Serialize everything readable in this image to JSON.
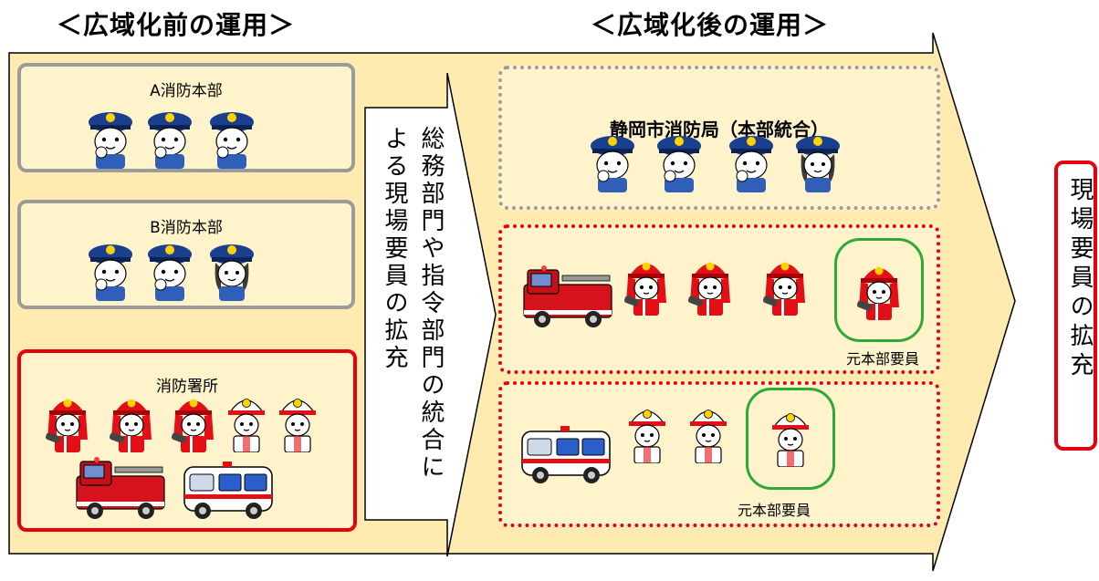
{
  "headings": {
    "before": "＜広域化前の運用＞",
    "after": "＜広域化後の運用＞"
  },
  "before": {
    "a_hq": "A消防本部",
    "b_hq": "B消防本部",
    "station": "消防署所"
  },
  "middle_arrow": {
    "line1": "総務部門や指令部門の統合に",
    "line2": "よる現場要員の拡充"
  },
  "after": {
    "shizuoka": "静岡市消防局（本部統合）",
    "former_staff_1": "元本部要員",
    "former_staff_2": "元本部要員"
  },
  "result": "現場要員の拡充",
  "colors": {
    "arrow_fill": "#ffeab0",
    "panel_fill": "#fff3cc",
    "red_border": "#e4000f",
    "gray_border": "#9b9b9b",
    "green_ring": "#2ea836"
  }
}
